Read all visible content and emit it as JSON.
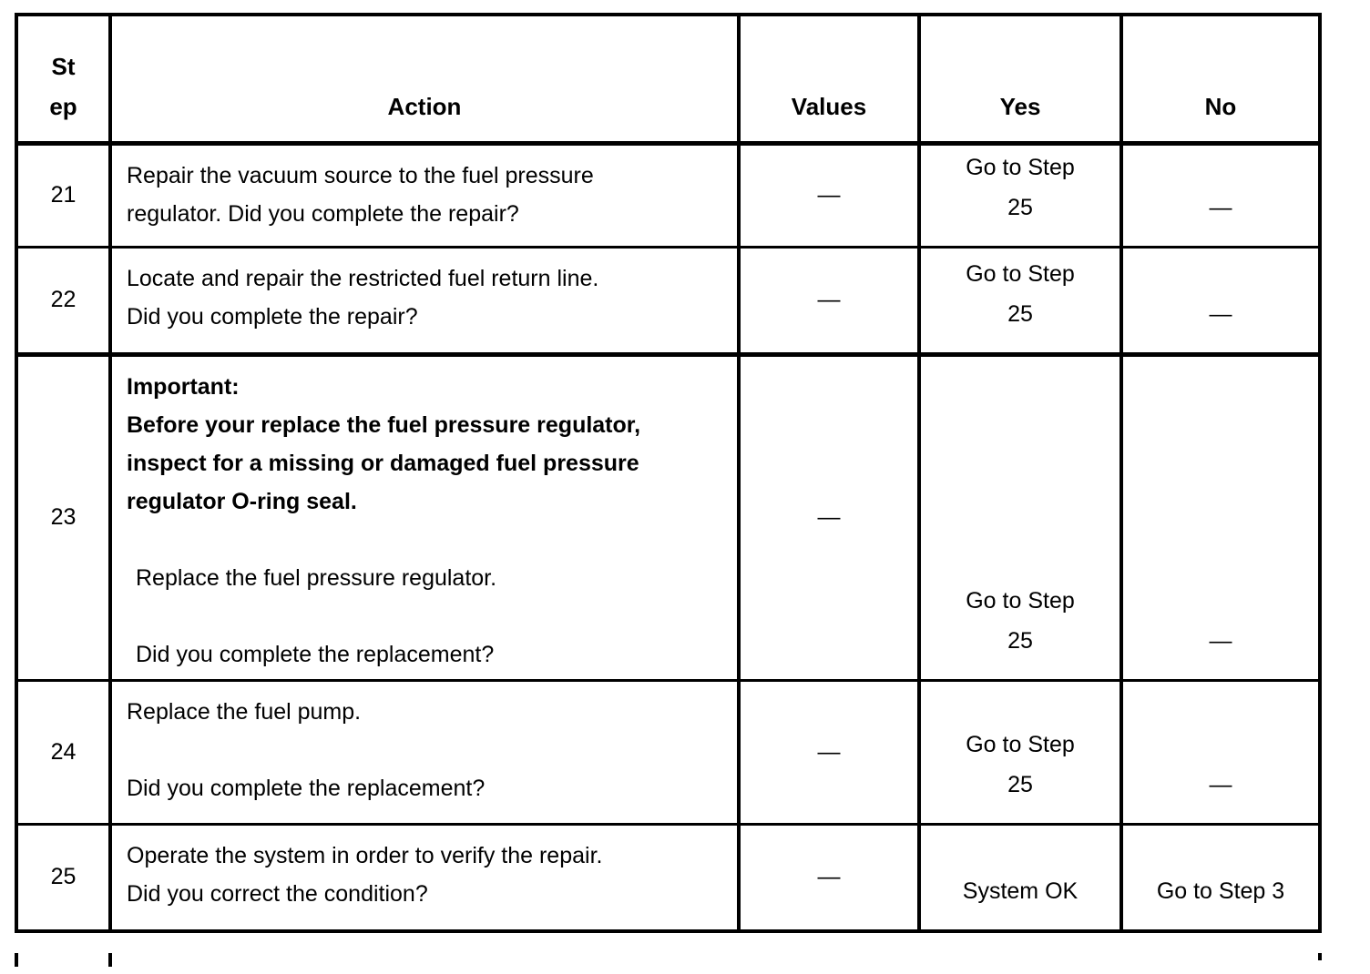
{
  "header": {
    "step_line1": "St",
    "step_line2": "ep",
    "action": "Action",
    "values": "Values",
    "yes": "Yes",
    "no": "No"
  },
  "rows": [
    {
      "step": "21",
      "action": [
        "Repair the vacuum source to the fuel pressure",
        "regulator. Did you complete the repair?"
      ],
      "values": "—",
      "yes": [
        "Go to Step",
        "25"
      ],
      "no": "—"
    },
    {
      "step": "22",
      "action": [
        "Locate and repair the restricted fuel return line.",
        "Did you complete the repair?"
      ],
      "values": "—",
      "yes": [
        "Go to Step",
        "25"
      ],
      "no": "—"
    },
    {
      "step": "23",
      "action": [
        "Important:",
        "Before your replace the fuel pressure regulator,",
        "inspect for a missing or damaged fuel pressure",
        "regulator O-ring seal.",
        "",
        "Replace the fuel pressure regulator.",
        "",
        "Did you complete the replacement?"
      ],
      "values": "—",
      "yes": [
        "Go to Step",
        "25"
      ],
      "no": "—"
    },
    {
      "step": "24",
      "action": [
        "Replace the fuel pump.",
        "",
        "Did you complete the replacement?"
      ],
      "values": "—",
      "yes": [
        "Go to Step",
        "25"
      ],
      "no": "—"
    },
    {
      "step": "25",
      "action": [
        "Operate the system in order to verify the repair.",
        "Did you correct the condition?"
      ],
      "values": "—",
      "yes": [
        "System OK"
      ],
      "no": "Go to Step 3"
    }
  ]
}
